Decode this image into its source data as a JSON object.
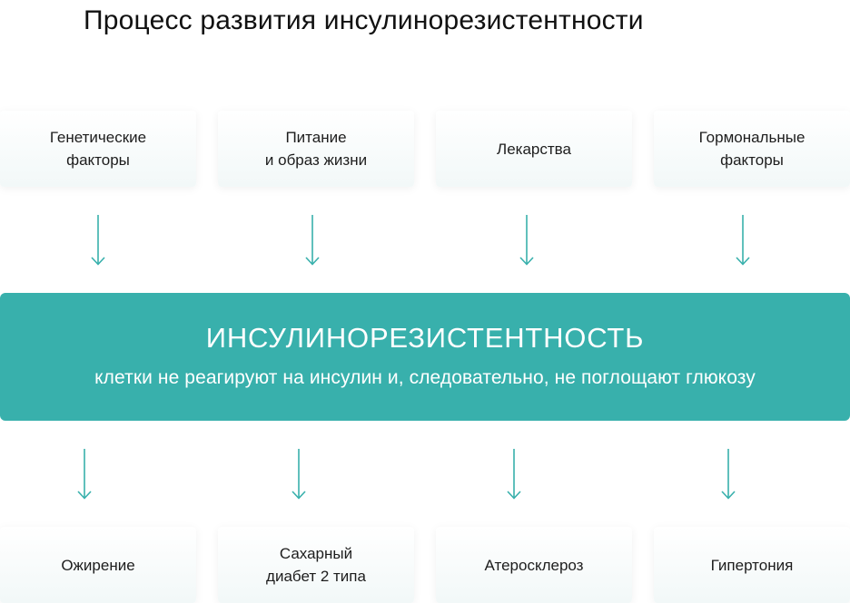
{
  "title": "Процесс развития инсулинорезистентности",
  "causes": [
    {
      "label": "Генетические\nфакторы"
    },
    {
      "label": "Питание\nи образ жизни"
    },
    {
      "label": "Лекарства"
    },
    {
      "label": "Гормональные\nфакторы"
    }
  ],
  "center": {
    "title": "ИНСУЛИНОРЕЗИСТЕНТНОСТЬ",
    "subtitle": "клетки не реагируют на инсулин и, следовательно, не поглощают глюкозу"
  },
  "consequences": [
    {
      "label": "Ожирение"
    },
    {
      "label": "Сахарный\nдиабет 2 типа"
    },
    {
      "label": "Атеросклероз"
    },
    {
      "label": "Гипертония"
    }
  ],
  "colors": {
    "accent": "#38b0ac",
    "arrow": "#38b0ac",
    "box_bg_bottom": "#f2f8f8"
  }
}
